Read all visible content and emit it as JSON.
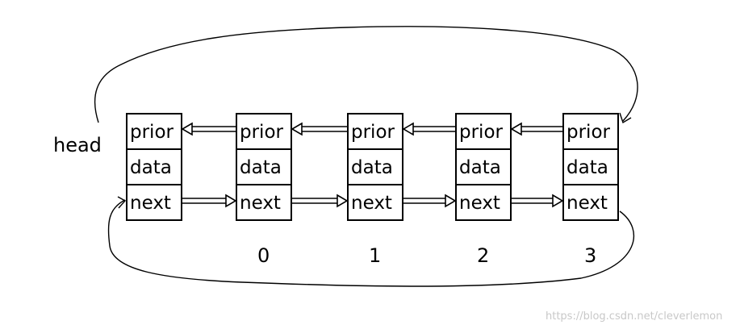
{
  "head_label": "head",
  "fields": [
    "prior",
    "data",
    "next"
  ],
  "nodes": [
    {
      "index": ""
    },
    {
      "index": "0"
    },
    {
      "index": "1"
    },
    {
      "index": "2"
    },
    {
      "index": "3"
    }
  ],
  "watermark": "https://blog.csdn.net/cleverlemon",
  "colors": {
    "stroke": "#000000",
    "background": "#ffffff",
    "watermark": "#c8c8c8"
  }
}
